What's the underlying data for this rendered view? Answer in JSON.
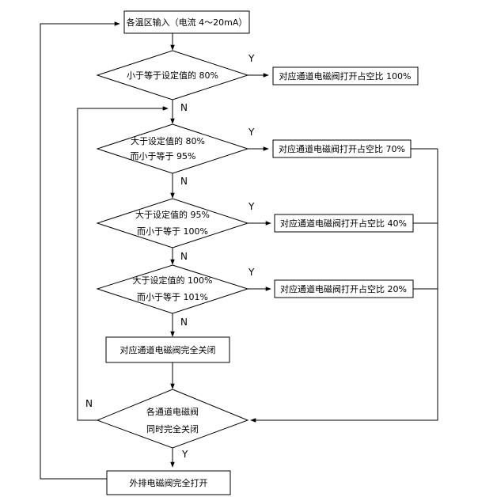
{
  "nodes": {
    "start": "各温区输入（电流 4～20mA）",
    "d1": "小于等于设定值的 80%",
    "d2_l1": "大于设定值的 80%",
    "d2_l2": "而小于等于 95%",
    "d3_l1": "大于设定值的 95%",
    "d3_l2": "而小于等于 100%",
    "d4_l1": "大于设定值的 100%",
    "d4_l2": "而小于等于 101%",
    "r1": "对应通道电磁阀打开占空比 100%",
    "r2": "对应通道电磁阀打开占空比 70%",
    "r3": "对应通道电磁阀打开占空比 40%",
    "r4": "对应通道电磁阀打开占空比 20%",
    "close": "对应通道电磁阀完全关闭",
    "d5_l1": "各通道电磁阀",
    "d5_l2": "同时完全关闭",
    "end": "外排电磁阀完全打开"
  },
  "branch_labels": {
    "yes": "Y",
    "no": "N"
  }
}
